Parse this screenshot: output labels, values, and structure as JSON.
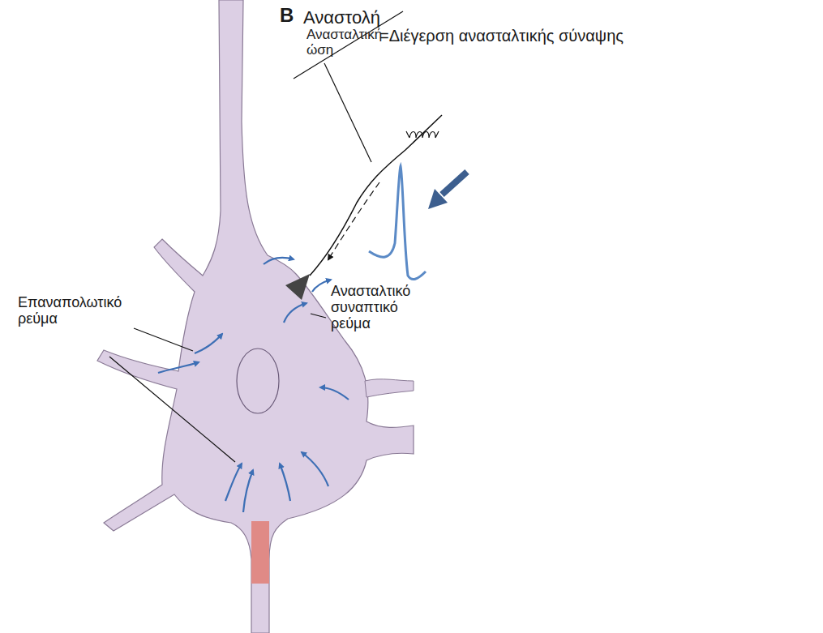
{
  "diagram": {
    "labels": [
      "B",
      "Αναστολή",
      "Ανασταλτική ώση",
      "=Διέγερση ανασταλτικής σύναψης",
      "Ανασταλτικό συναπτικό ρεύμα",
      "Επαναπολωτικό ρεύμα"
    ]
  }
}
